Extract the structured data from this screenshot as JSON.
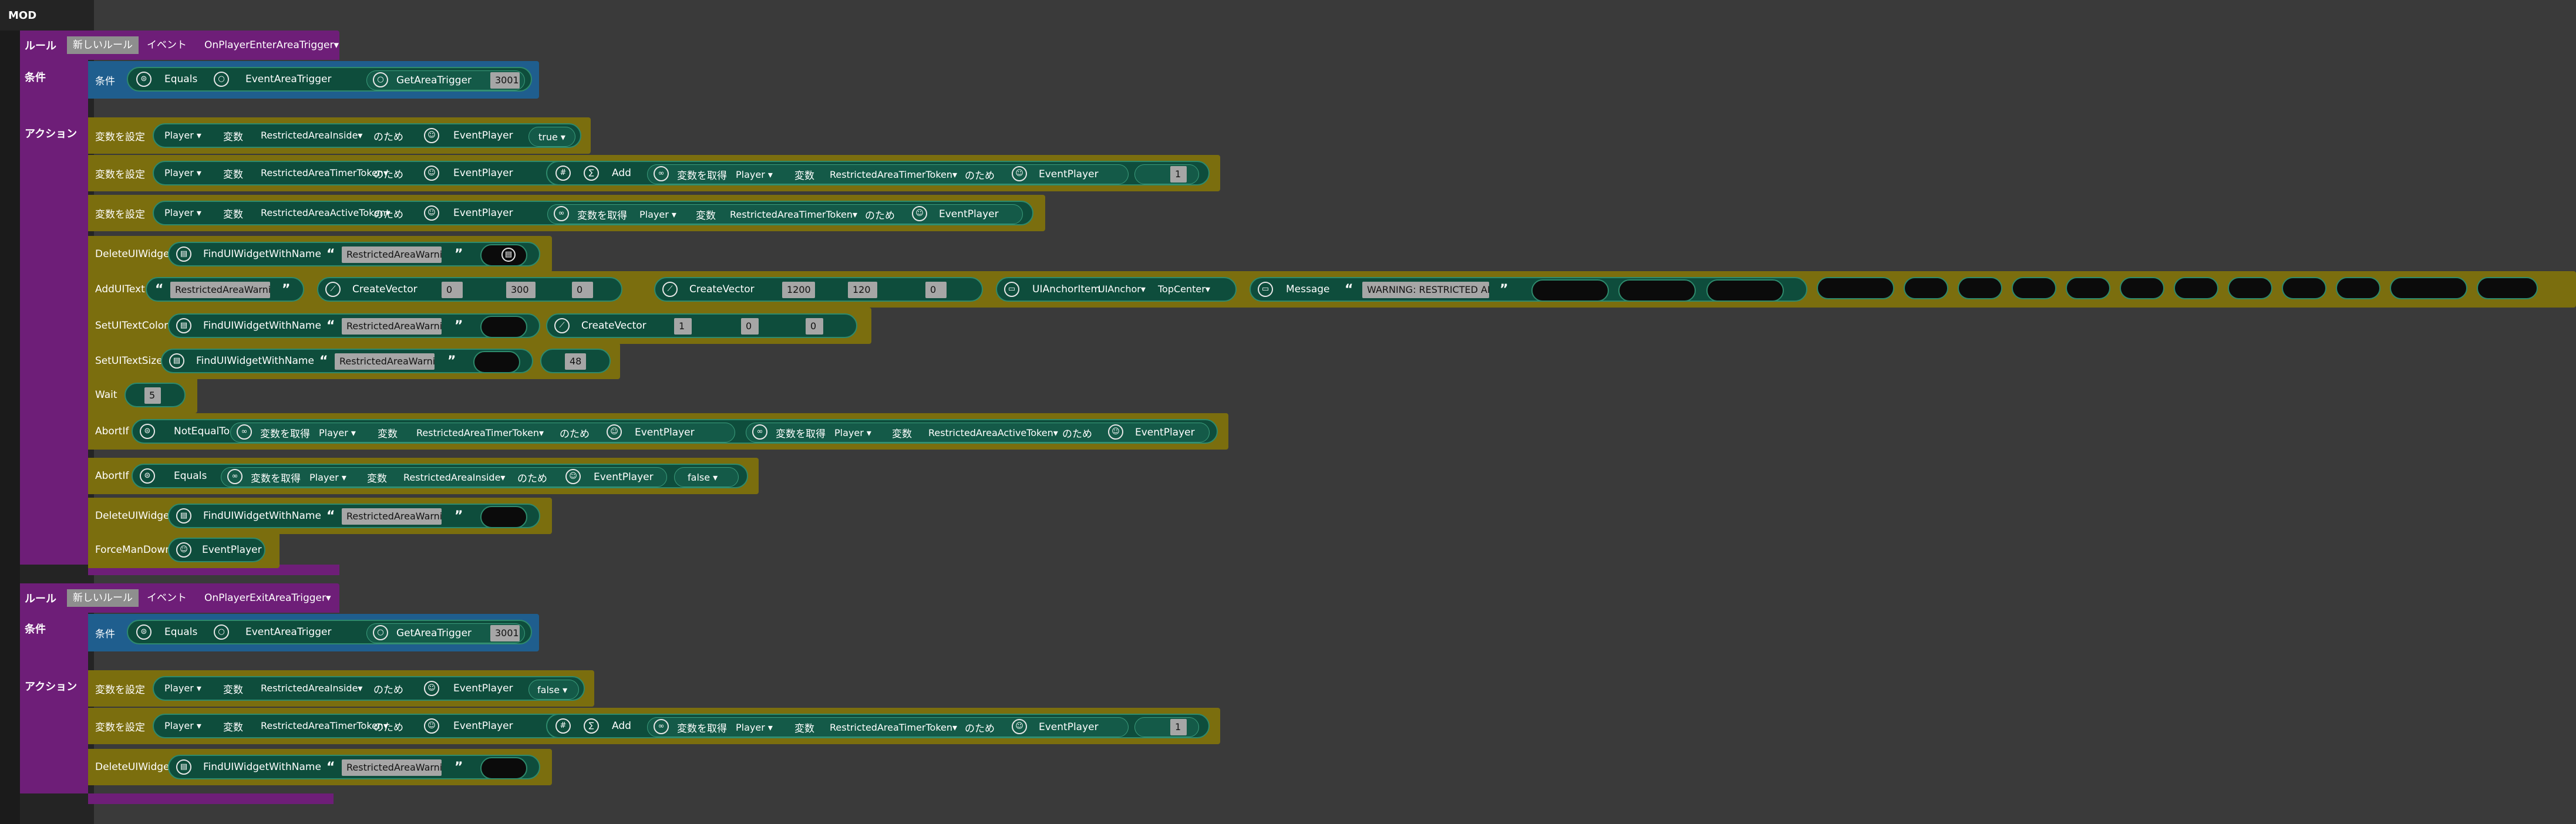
{
  "mod": {
    "label": "MOD"
  },
  "labels": {
    "rule": "ルール",
    "new_rule": "新しいルール",
    "event": "イベント",
    "condition": "条件",
    "action": "アクション",
    "for": "のため",
    "variable": "変数",
    "get_variable": "変数を取得",
    "set_variable": "変数を設定",
    "add": "Add",
    "player": "Player",
    "event_player": "EventPlayer",
    "equals": "Equals",
    "event_area_trigger": "EventAreaTrigger",
    "get_area_trigger": "GetAreaTrigger",
    "find_widget": "FindUIWidgetWithName",
    "create_vector": "CreateVector",
    "not_equal_to": "NotEqualTo",
    "ui_anchor_item": "UIAnchorItem",
    "ui_anchor": "UIAnchor",
    "top_center": "TopCenter",
    "message": "Message",
    "open_q": "“",
    "close_q": "”"
  },
  "rules": [
    {
      "event": "OnPlayerEnterAreaTrigger",
      "condition_value": "3001",
      "actions": {
        "set_inside_value": "true",
        "var_inside": "RestrictedAreaInside",
        "var_timer": "RestrictedAreaTimerToken",
        "var_active": "RestrictedAreaActiveToken",
        "add_value": "1",
        "widget_name": "RestrictedAreaWarning",
        "vec1": [
          "0",
          "300",
          "0"
        ],
        "vec2": [
          "1200",
          "120",
          "0"
        ],
        "message": "WARNING: RESTRICTED AREA",
        "color_vec": [
          "1",
          "0",
          "0"
        ],
        "text_size": "48",
        "wait_value": "5",
        "abort_equals_value": "false",
        "a_set": "変数を設定",
        "a_delete": "DeleteUIWidget",
        "a_addtext": "AddUIText",
        "a_color": "SetUITextColor",
        "a_size": "SetUITextSize",
        "a_wait": "Wait",
        "a_abort": "AbortIf",
        "a_force": "ForceManDown"
      }
    },
    {
      "event": "OnPlayerExitAreaTrigger",
      "condition_value": "3001",
      "actions": {
        "set_inside_value": "false",
        "add_value": "1"
      }
    }
  ]
}
